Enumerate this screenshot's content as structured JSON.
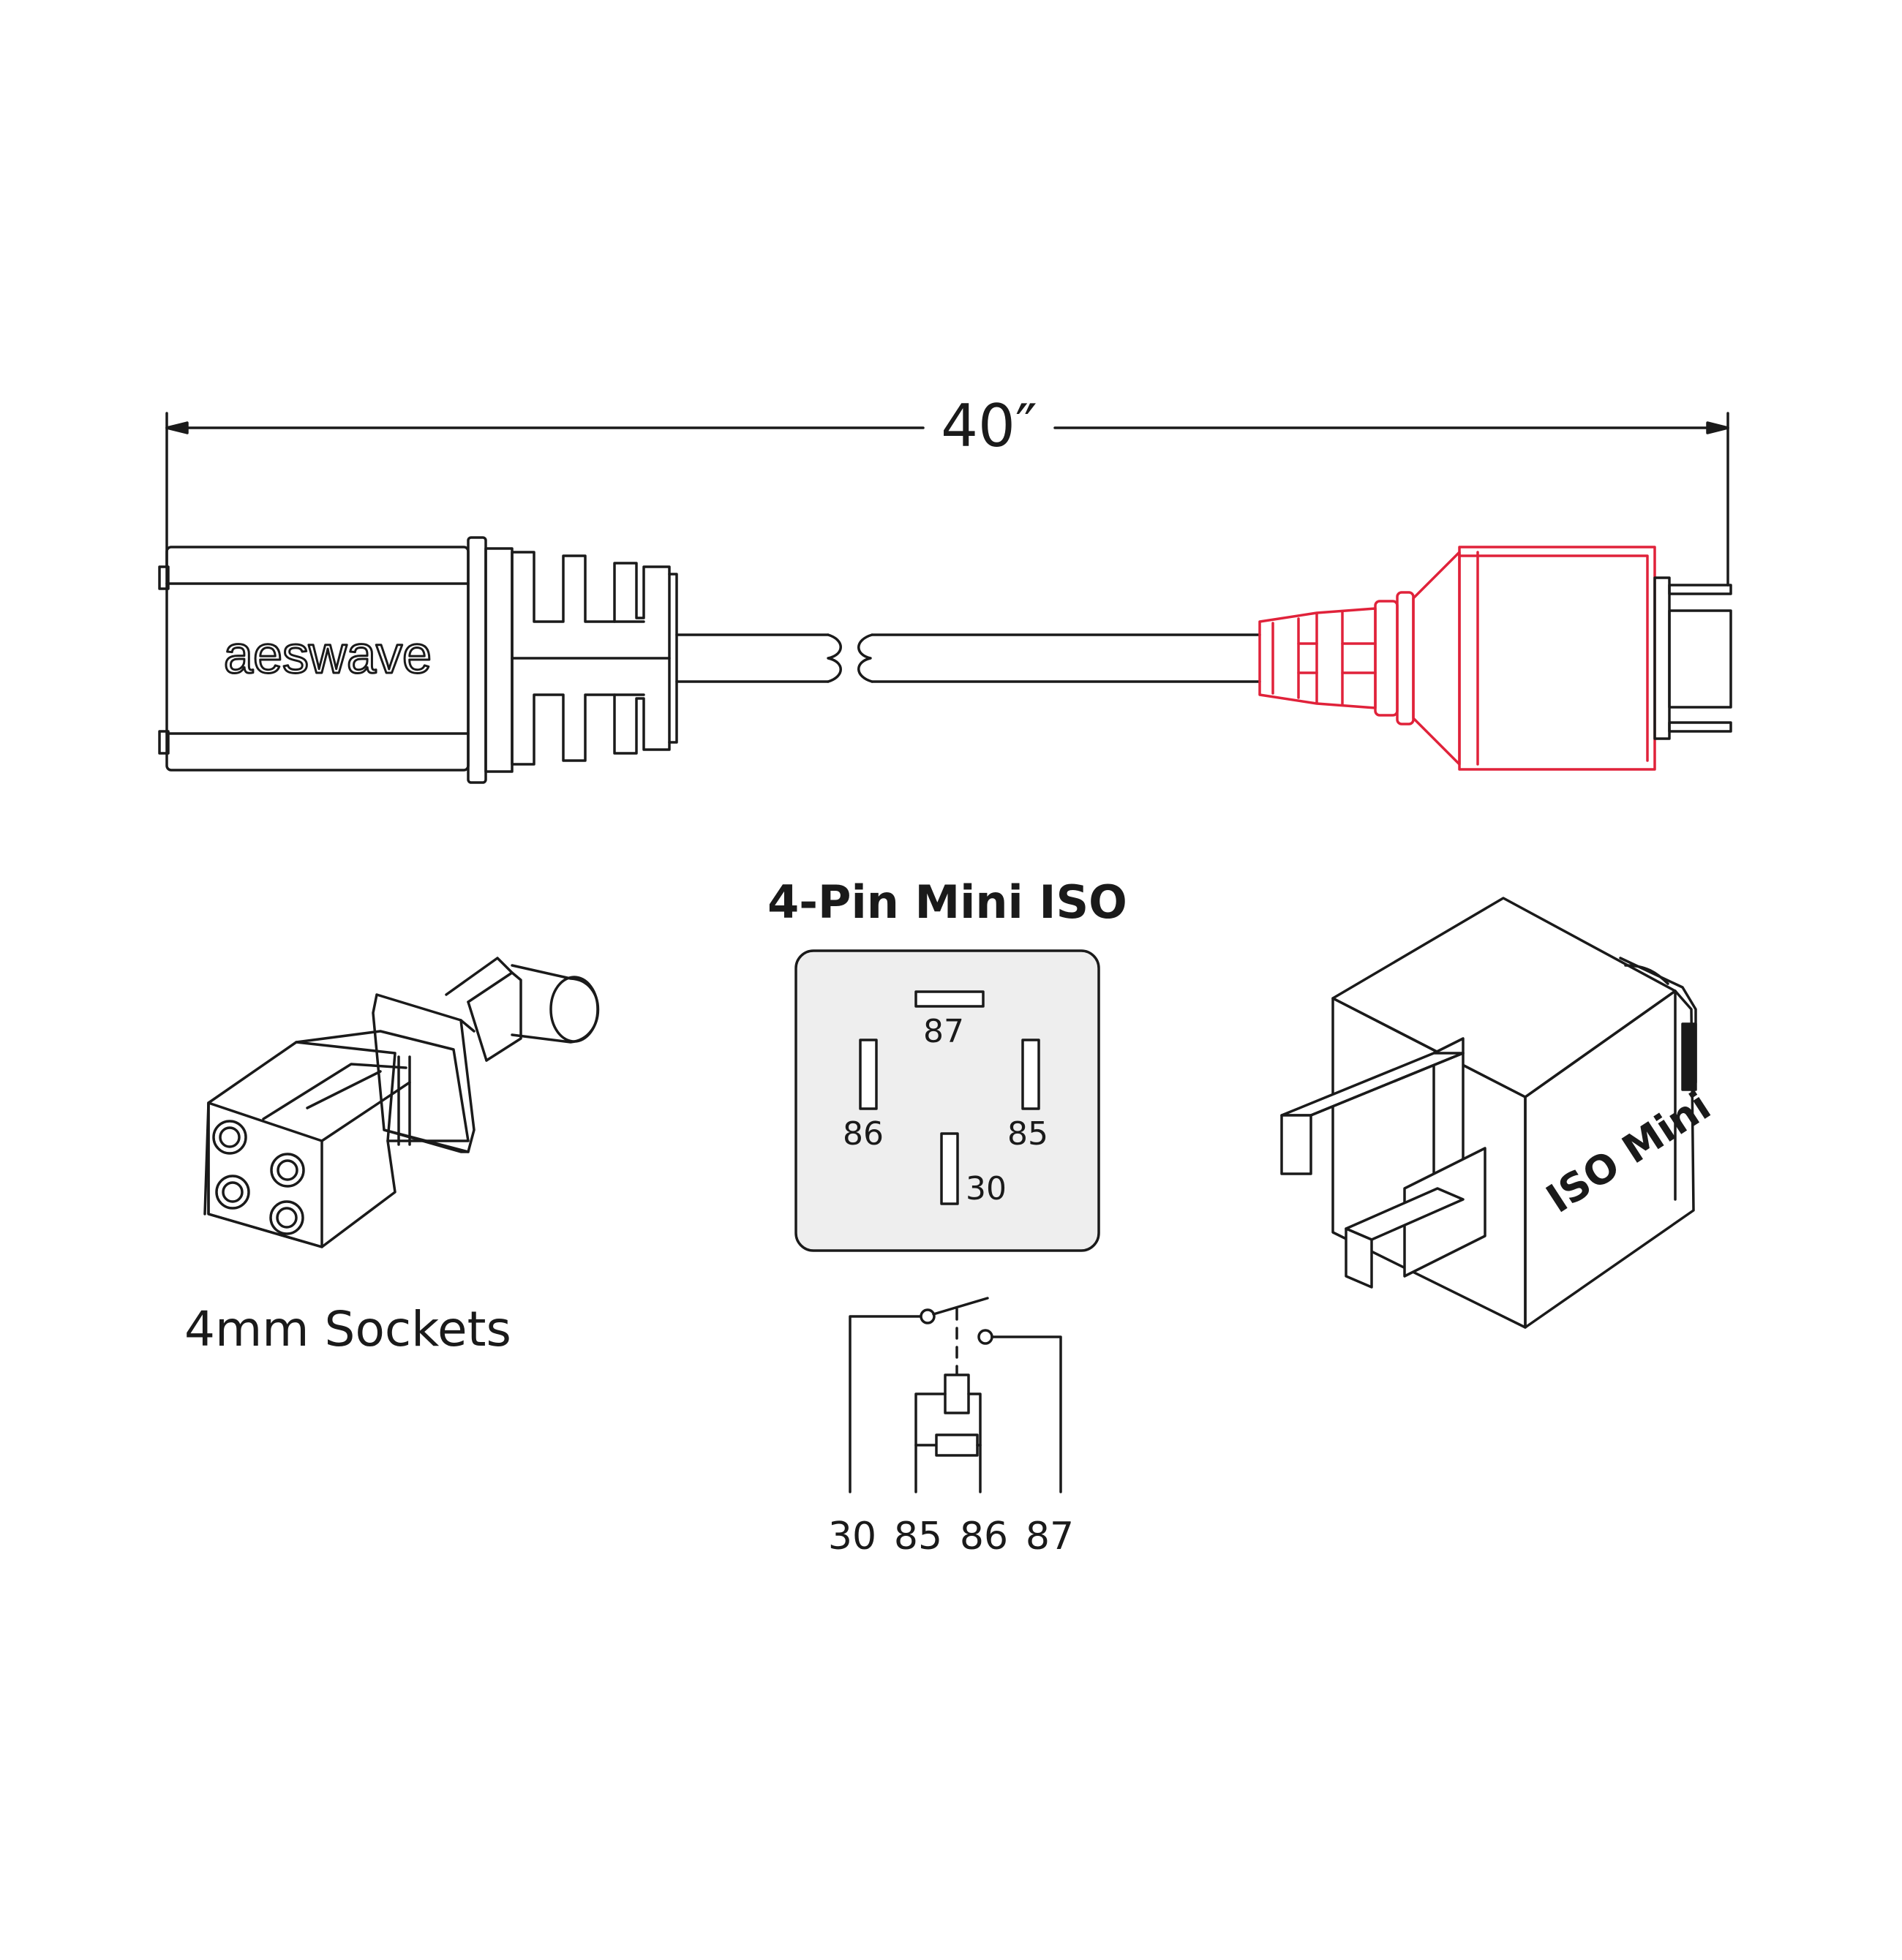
{
  "dimension": {
    "length_label": "40″"
  },
  "cable": {
    "brand": "aeswave"
  },
  "pinout": {
    "title": "4-Pin Mini ISO",
    "pins": {
      "p87": "87",
      "p86": "86",
      "p85": "85",
      "p30": "30"
    }
  },
  "schematic": {
    "terminals": [
      "30",
      "85",
      "86",
      "87"
    ]
  },
  "sockets": {
    "label": "4mm Sockets"
  },
  "relay": {
    "marking": "ISO Mini"
  },
  "colors": {
    "ink": "#1a1a1a",
    "accent": "#e0223a",
    "panel": "#eeeeee"
  }
}
